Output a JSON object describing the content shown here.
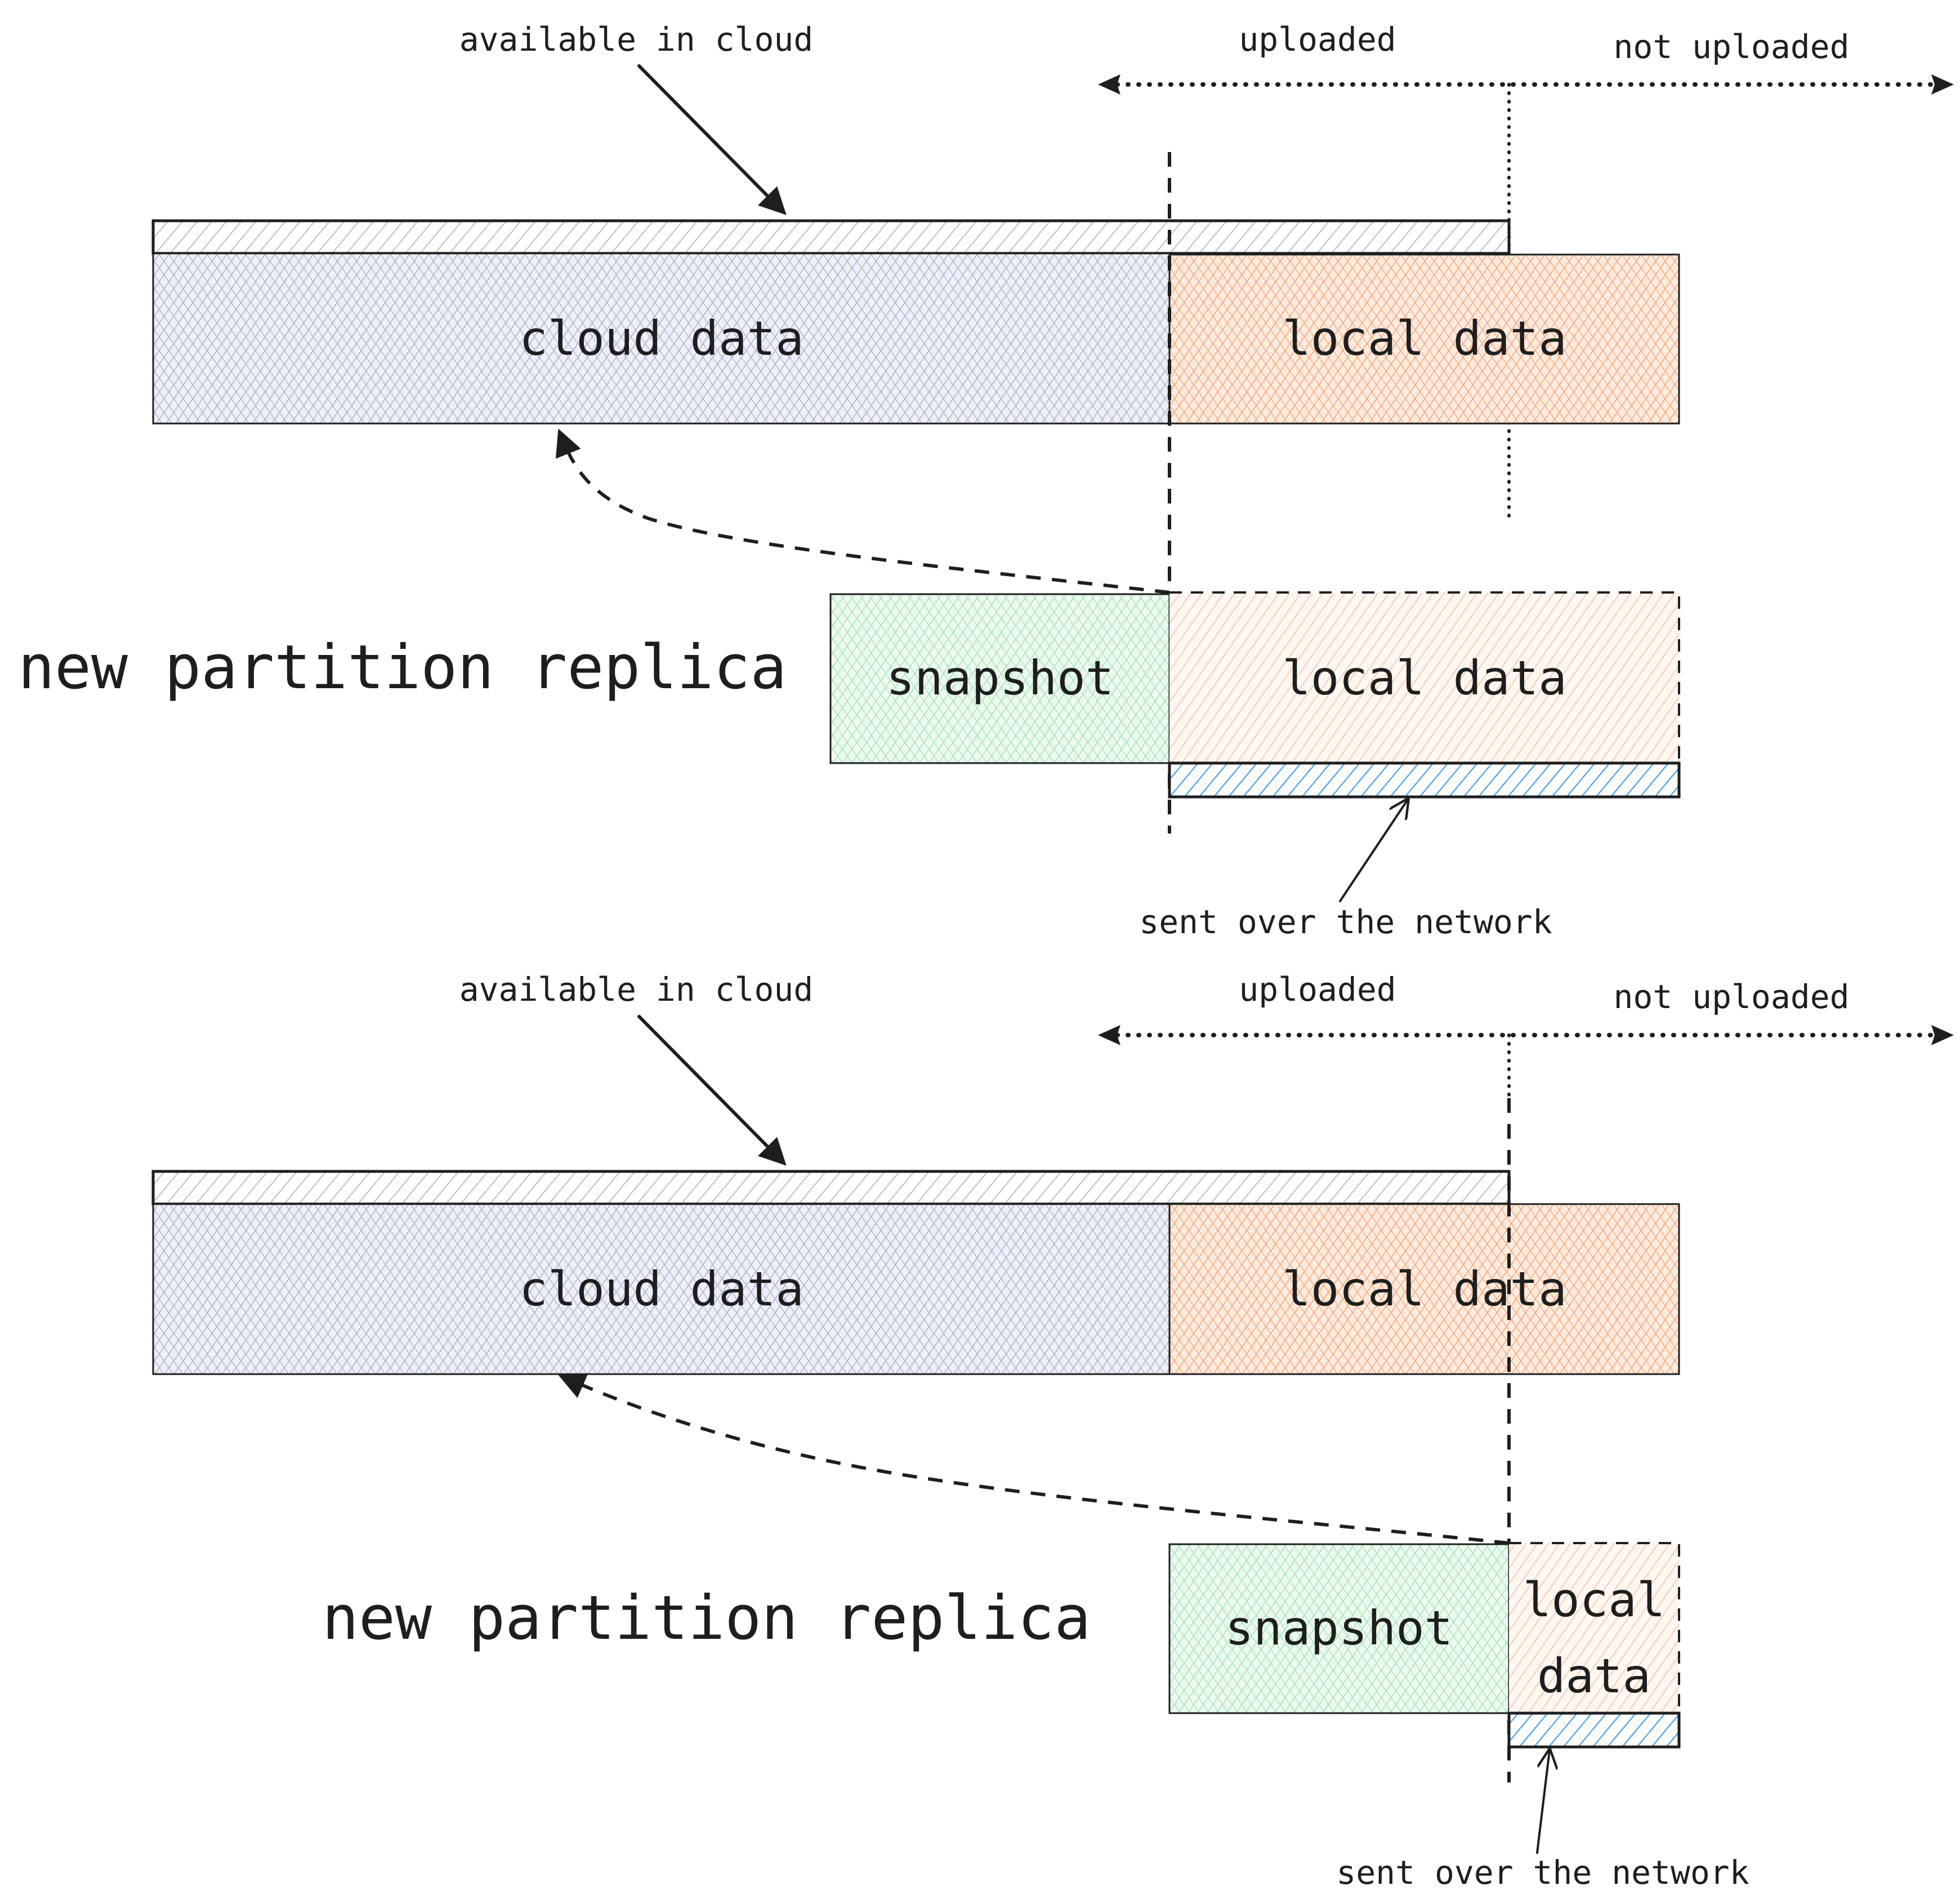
{
  "colors": {
    "ink": "#1e1e1e",
    "cloud_fill": "#a5b0cf",
    "local_fill": "#f5a46e",
    "snapshot_fill": "#9fe3b2",
    "network_fill": "#3b9be8",
    "available_fill": "#b8b8b8"
  },
  "panels": [
    {
      "available_label": "available in cloud",
      "uploaded_label": "uploaded",
      "not_uploaded_label": "not uploaded",
      "cloud_label": "cloud data",
      "local_label": "local data",
      "replica_label": "new partition replica",
      "snapshot_label": "snapshot",
      "replica_local_label": "local data",
      "network_label": "sent over the network"
    },
    {
      "available_label": "available in cloud",
      "uploaded_label": "uploaded",
      "not_uploaded_label": "not uploaded",
      "cloud_label": "cloud data",
      "local_label": "local data",
      "replica_label": "new partition replica",
      "snapshot_label": "snapshot",
      "replica_local_line1": "local",
      "replica_local_line2": "data",
      "network_label": "sent over the network"
    }
  ]
}
